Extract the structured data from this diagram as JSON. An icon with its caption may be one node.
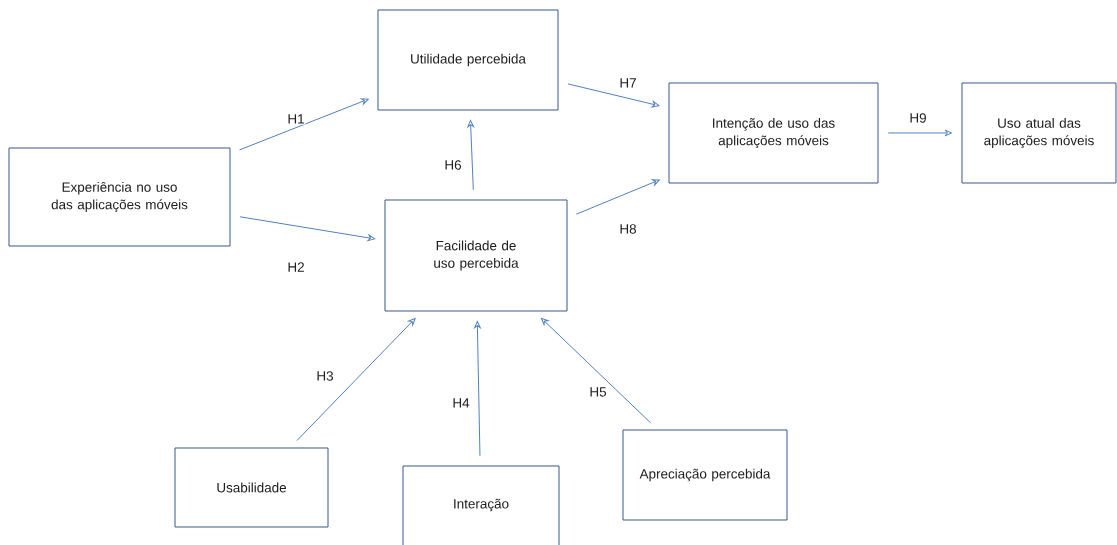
{
  "diagram": {
    "nodes": [
      {
        "text": [
          "Experiência no uso das aplicações móveis"
        ]
      },
      {
        "text": [
          "Utilidade percebida"
        ]
      },
      {
        "text": [
          "Facilidade de uso percebida"
        ]
      },
      {
        "text": [
          "Intenção de uso das aplicações móveis"
        ]
      },
      {
        "text": [
          "Uso atual das aplicações móveis"
        ]
      },
      {
        "text": [
          "Usabilidade"
        ]
      },
      {
        "text": [
          "Interação"
        ]
      },
      {
        "text": [
          "Apreciação percebida"
        ]
      }
    ],
    "edges": [
      {
        "from": 0,
        "to": 1,
        "arrow": "to",
        "label": "H1"
      },
      {
        "from": 0,
        "to": 2,
        "arrow": "to",
        "label": "H2"
      },
      {
        "from": 5,
        "to": 2,
        "arrow": "to",
        "label": "H3"
      },
      {
        "from": 6,
        "to": 2,
        "arrow": "to",
        "label": "H4"
      },
      {
        "from": 7,
        "to": 2,
        "arrow": "to",
        "label": "H5"
      },
      {
        "from": 2,
        "to": 1,
        "arrow": "to",
        "label": "H6"
      },
      {
        "from": 1,
        "to": 3,
        "arrow": "to",
        "label": "H7"
      },
      {
        "from": 2,
        "to": 3,
        "arrow": "to",
        "label": "H8"
      },
      {
        "from": 3,
        "to": 4,
        "arrow": "to",
        "label": "H9"
      }
    ]
  }
}
